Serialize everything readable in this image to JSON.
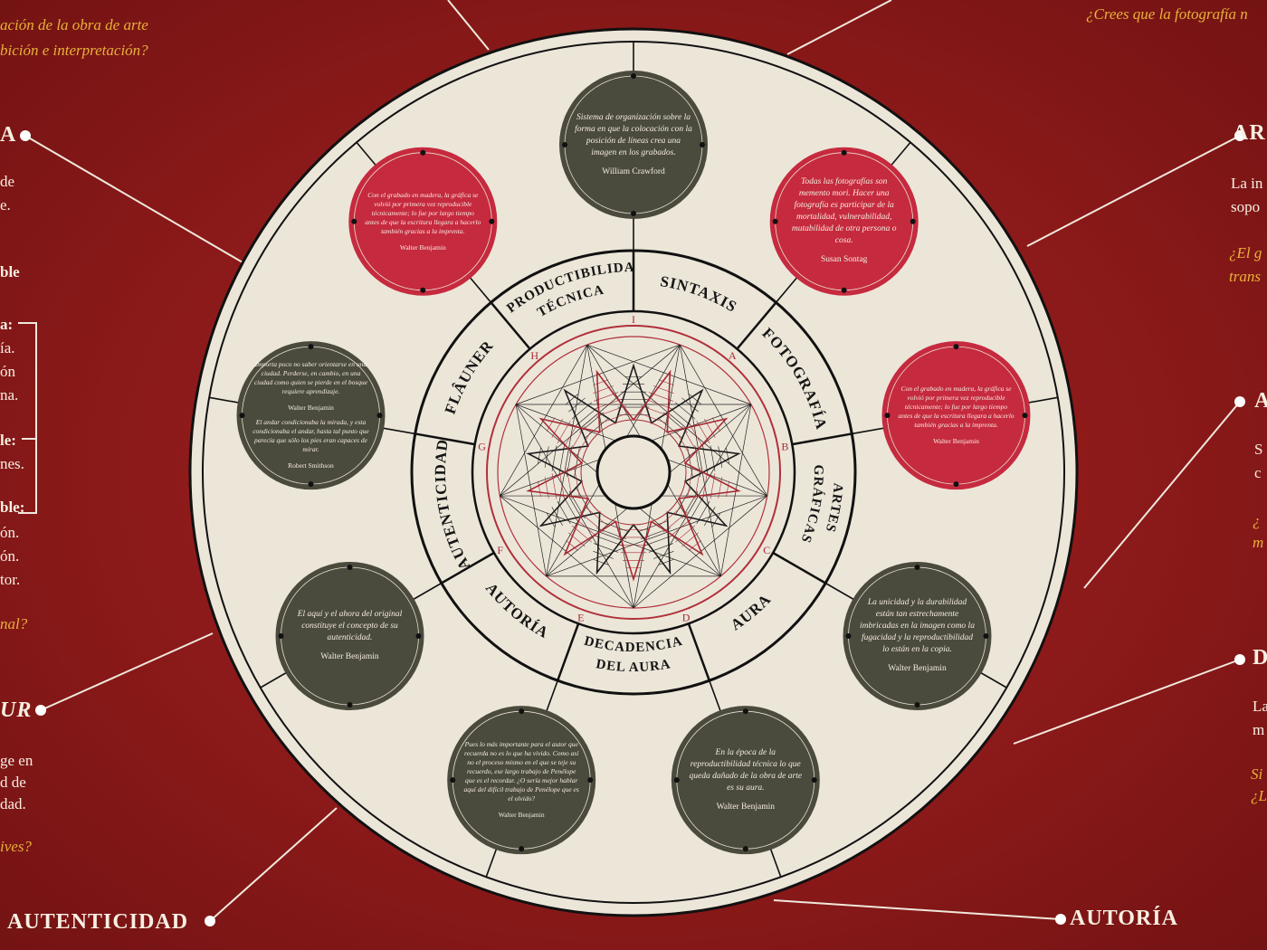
{
  "wall": {
    "top_left_question_1": "ación de la obra de arte",
    "top_left_question_2": "bición e interpretación?",
    "top_right_question": "¿Crees que la fotografía n",
    "left_labels": [
      "A",
      "de",
      "e.",
      "ble",
      "a:",
      "ía.",
      "ón",
      "na.",
      "le:",
      "nes.",
      "ble:",
      "ón.",
      "ón.",
      "tor."
    ],
    "left_question_1": "nal?",
    "left_heading_ur": "UR",
    "left_labels_2": [
      "ge en",
      "d de",
      "dad."
    ],
    "left_question_2": "ives?",
    "bottom_left_heading": "AUTENTICIDAD",
    "bottom_right_heading": "AUTORÍA",
    "right_heading_1": "AR",
    "right_text_1": [
      "La in",
      "sopo"
    ],
    "right_question_1": [
      "¿El g",
      "trans"
    ],
    "right_heading_2": "A",
    "right_text_2": [
      "S",
      "c"
    ],
    "right_question_2": [
      "¿",
      "m"
    ],
    "right_heading_3": "D",
    "right_text_3": [
      "La",
      "m"
    ],
    "right_question_3": [
      "Si",
      "¿L"
    ]
  },
  "wheel": {
    "sectors": [
      "SINTAXIS",
      "FOTOGRAFÍA",
      "ARTES GRÁFICAS",
      "AURA",
      "DECADENCIA DEL AURA",
      "AUTORÍA",
      "AUTENTICIDAD",
      "FLÂUNER",
      "REPRODUCTIBILIDAD TÉCNICA"
    ],
    "letters": [
      "A",
      "B",
      "C",
      "D",
      "E",
      "F",
      "G",
      "H",
      "I"
    ],
    "quotes": [
      {
        "text": "Sistema de organización sobre la forma en que la colocación con la posición de líneas crea una imagen en los grabados.",
        "author": "William Crawford"
      },
      {
        "text": "Todas las fotografías son memento mori. Hacer una fotografía es participar de la mortalidad, vulnerabilidad, mutabilidad de otra persona o cosa.",
        "author": "Susan Sontag"
      },
      {
        "text": "Con el grabado en madera, la gráfica se volvió por primera vez reproducible técnicamente; lo fue por largo tiempo antes de que la escritura llegara a hacerlo también gracias a la imprenta.",
        "author": "Walter Benjamin"
      },
      {
        "text": "La unicidad y la durabilidad están tan estrechamente imbricadas en la imagen como la fugacidad y la reproductibilidad lo están en la copia.",
        "author": "Walter Benjamin"
      },
      {
        "text": "En la época de la reproductibilidad técnica lo que queda dañado de la obra de arte es su aura.",
        "author": "Walter Benjamin"
      },
      {
        "text": "Pues lo más importante para el autor que recuerda no es lo que ha vivido. Como así no el proceso mismo en el que se teje su recuerdo, ese largo trabajo de Penélope que es el recordar. ¿O sería mejor hablar aquí del difícil trabajo de Penélope que es el olvido?",
        "author": "Walter  Benjamin"
      },
      {
        "text": "El aquí y el ahora del original constituye el concepto de su autenticidad.",
        "author": "Walter Benjamin"
      },
      {
        "text": "Importa poco no saber orientarse en una ciudad. Perderse, en cambio, en una ciudad como quien se pierde en el bosque requiere aprendizaje.",
        "author": "Walter Benjamin",
        "text2": "El andar condicionaba la mirada, y esta condicionaba el andar, hasta tal punto que parecía que sólo los pies eran capaces de mirar.",
        "author2": "Robert Smithson"
      },
      {
        "text": "Con el grabado en madera, la gráfica se volvió por primera vez reproducible técnicamente; lo fue por largo tiempo antes de que la escritura llegara a hacerlo también gracias a la imprenta.",
        "author": "Walter Benjamin"
      }
    ]
  },
  "colors": {
    "wall": "#8e1b1b",
    "disc": "#ece6d9",
    "red_circle": "#c62a3f",
    "olive_circle": "#4a4a3d",
    "ink": "#1a1a1a",
    "accent_red": "#b0303a",
    "yellow_text": "#e8b23a"
  }
}
